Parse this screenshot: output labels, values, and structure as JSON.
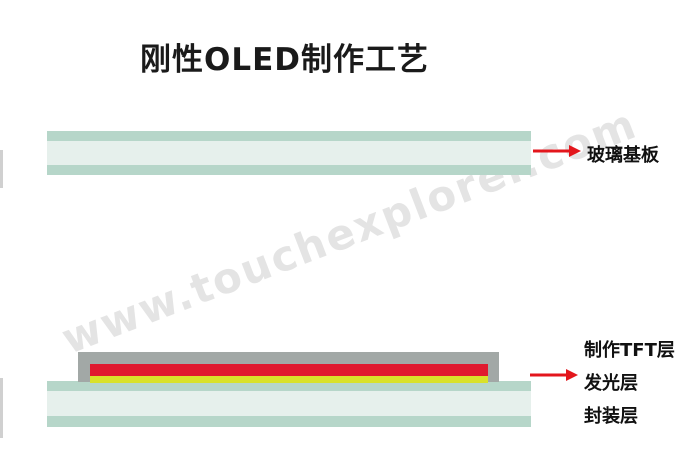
{
  "title": "刚性OLED制作工艺",
  "watermark": "www.touchexplorer.com",
  "top_diagram": {
    "label": "玻璃基板"
  },
  "bottom_diagram": {
    "labels": [
      "制作TFT层",
      "发光层",
      "封装层"
    ]
  },
  "colors": {
    "glass_outer": "#b6d6c9",
    "glass_inner": "#e6f0ec",
    "encapsulation": "#a2a8a6",
    "red_layer": "#e0192f",
    "yellow_layer": "#d9e12a",
    "arrow": "#e3161c"
  }
}
